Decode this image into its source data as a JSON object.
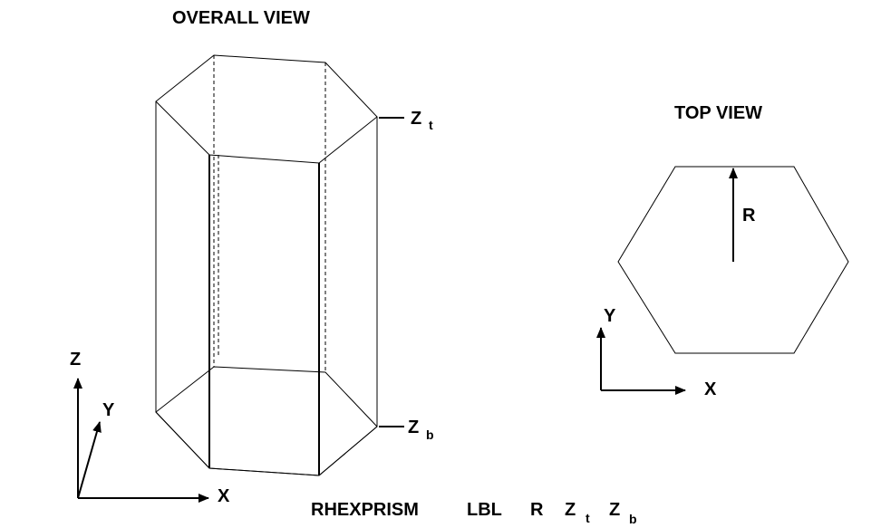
{
  "overall_view": {
    "title": "OVERALL VIEW",
    "zt_main": "Z",
    "zt_sub": "t",
    "zb_main": "Z",
    "zb_sub": "b"
  },
  "top_view": {
    "title": "TOP VIEW",
    "radius_label": "R"
  },
  "axes_3d": {
    "x": "X",
    "y": "Y",
    "z": "Z"
  },
  "axes_2d": {
    "x": "X",
    "y": "Y"
  },
  "command": {
    "keyword": "RHEXPRISM",
    "lbl": "LBL",
    "r": "R",
    "zt_main": "Z",
    "zt_sub": "t",
    "zb_main": "Z",
    "zb_sub": "b"
  }
}
